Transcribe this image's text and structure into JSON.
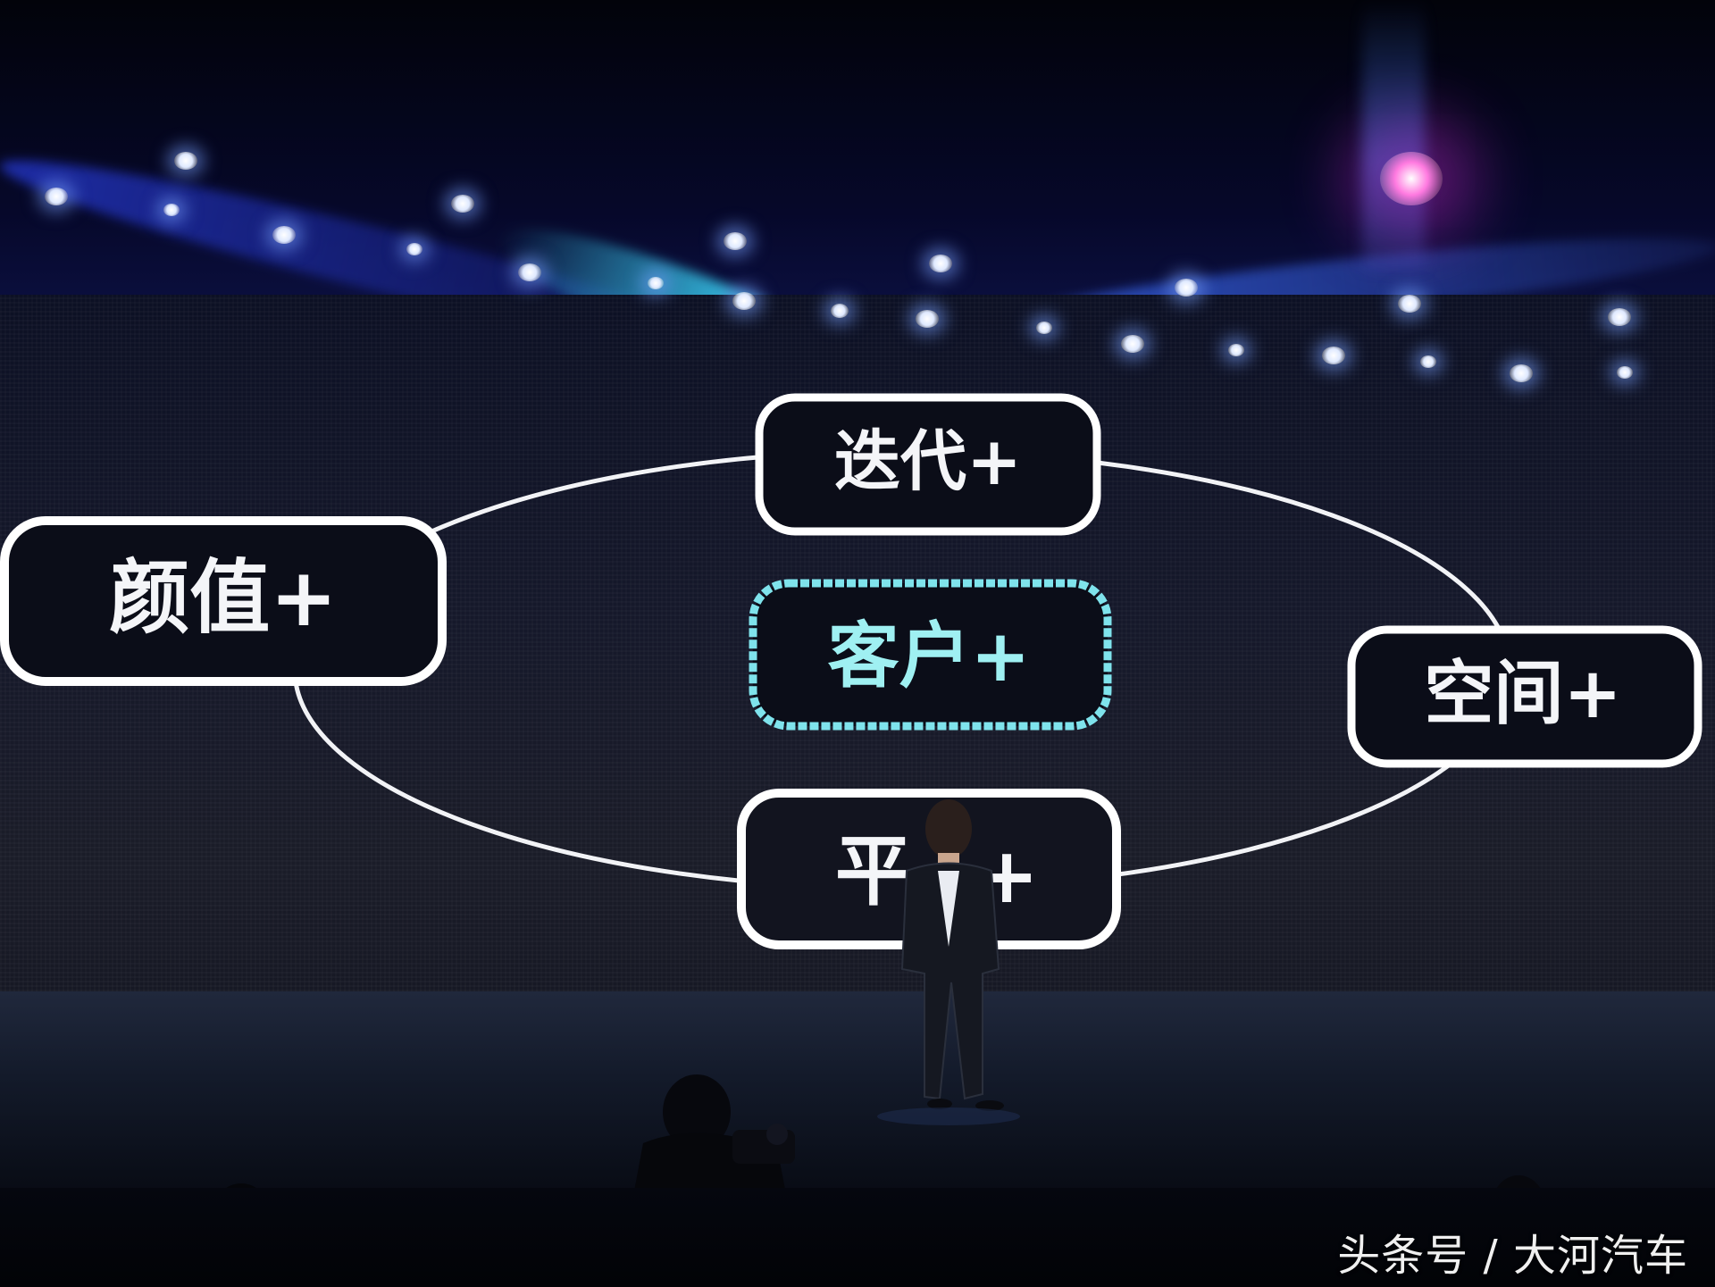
{
  "slide": {
    "center_node": "客户+",
    "outer_nodes": {
      "top": "迭代+",
      "left": "颜值+",
      "right": "空间+",
      "bottom_left_char": "平",
      "bottom_right_char": "+"
    }
  },
  "watermark": "头条号 / 大河汽车",
  "colors": {
    "node_border": "#ffffff",
    "center_border": "#7fe3ec",
    "center_text": "#9ff0f2",
    "node_text": "#f4f5f8"
  }
}
